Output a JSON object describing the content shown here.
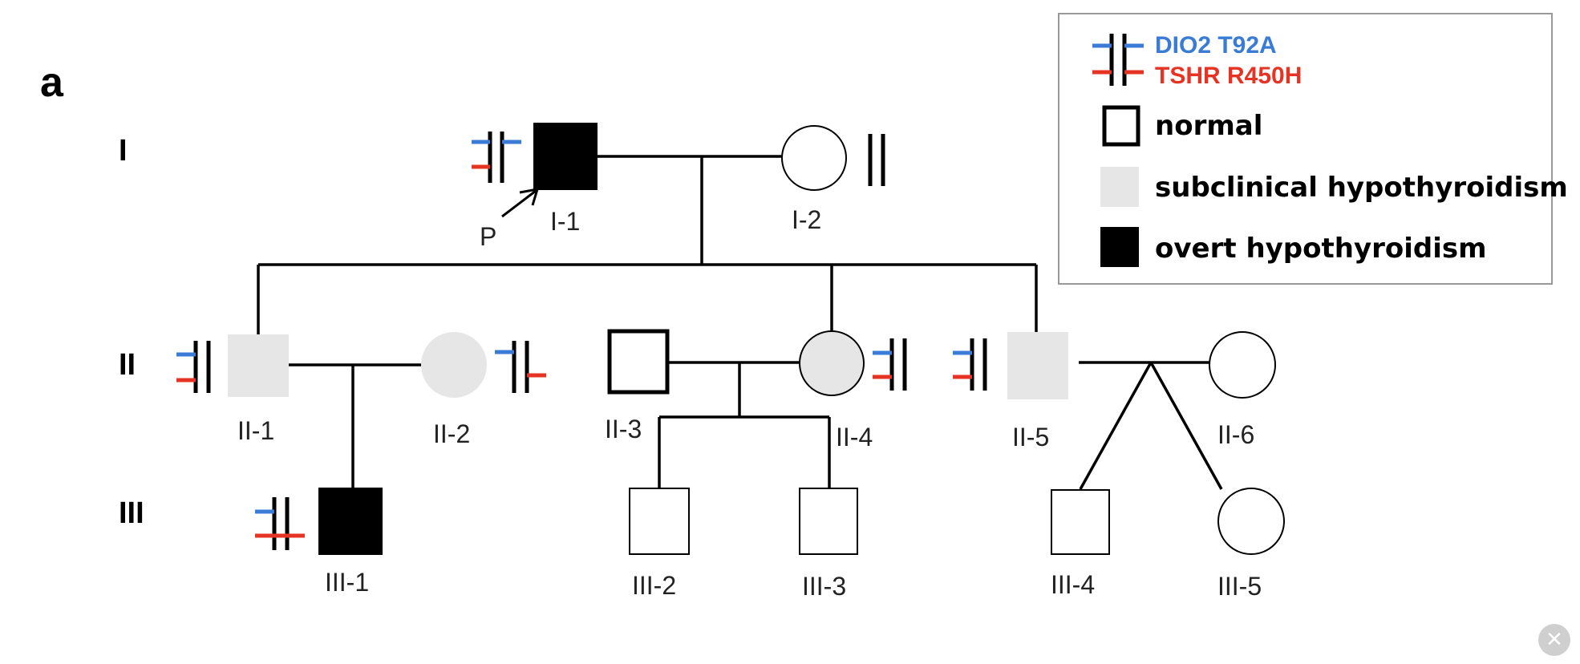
{
  "panel_label": "a",
  "generations": [
    "I",
    "II",
    "III"
  ],
  "colors": {
    "dio2": "#3a7bd5",
    "tshr": "#e53424",
    "subclinical": "#e6e6e6",
    "overt": "#000000",
    "normal": "#ffffff"
  },
  "legend": {
    "dio2_label": "DIO2 T92A",
    "tshr_label": "TSHR R450H",
    "normal_label": "normal",
    "subclinical_label": "subclinical hypothyroidism",
    "overt_label": "overt hypothyroidism"
  },
  "proband_marker": "P",
  "individuals": [
    {
      "id": "I-1",
      "sex": "male",
      "status": "overt",
      "dio2": true,
      "tshr": true,
      "proband": true
    },
    {
      "id": "I-2",
      "sex": "female",
      "status": "normal",
      "dio2": false,
      "tshr": false
    },
    {
      "id": "II-1",
      "sex": "male",
      "status": "subclinical",
      "dio2": true,
      "tshr": true
    },
    {
      "id": "II-2",
      "sex": "female",
      "status": "subclinical",
      "dio2": true,
      "tshr": true
    },
    {
      "id": "II-3",
      "sex": "male",
      "status": "normal"
    },
    {
      "id": "II-4",
      "sex": "female",
      "status": "subclinical",
      "dio2": true,
      "tshr": true
    },
    {
      "id": "II-5",
      "sex": "male",
      "status": "subclinical",
      "dio2": true,
      "tshr": true
    },
    {
      "id": "II-6",
      "sex": "female",
      "status": "normal"
    },
    {
      "id": "III-1",
      "sex": "male",
      "status": "overt",
      "dio2": true,
      "tshr": true
    },
    {
      "id": "III-2",
      "sex": "male",
      "status": "normal"
    },
    {
      "id": "III-3",
      "sex": "male",
      "status": "normal"
    },
    {
      "id": "III-4",
      "sex": "male",
      "status": "normal"
    },
    {
      "id": "III-5",
      "sex": "female",
      "status": "normal"
    }
  ],
  "close_icon": "close-icon"
}
